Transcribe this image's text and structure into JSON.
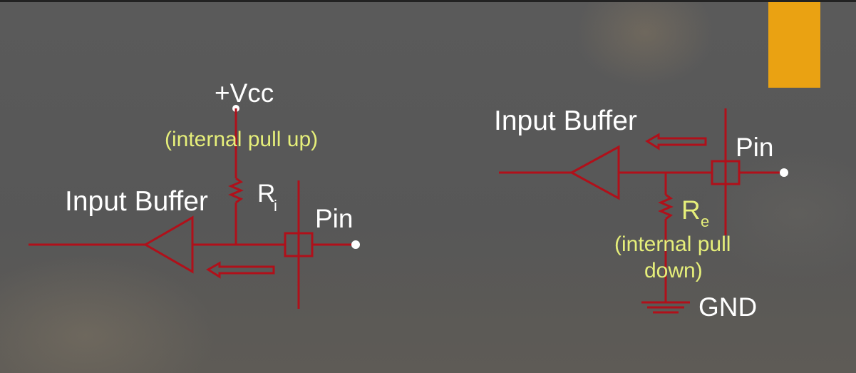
{
  "colors": {
    "background": "#595959",
    "wire": "#b0101a",
    "accent": "#eaa212",
    "label_text": "#ffffff",
    "note_text": "#e6ef7a"
  },
  "pull_up_circuit": {
    "supply_label": "+Vcc",
    "note": "(internal pull up)",
    "buffer_label": "Input Buffer",
    "resistor_label": "R",
    "resistor_subscript": "i",
    "pin_label": "Pin"
  },
  "pull_down_circuit": {
    "buffer_label": "Input Buffer",
    "pin_label": "Pin",
    "resistor_label": "R",
    "resistor_subscript": "e",
    "note_line1": "(internal pull",
    "note_line2": "down)",
    "ground_label": "GND"
  }
}
